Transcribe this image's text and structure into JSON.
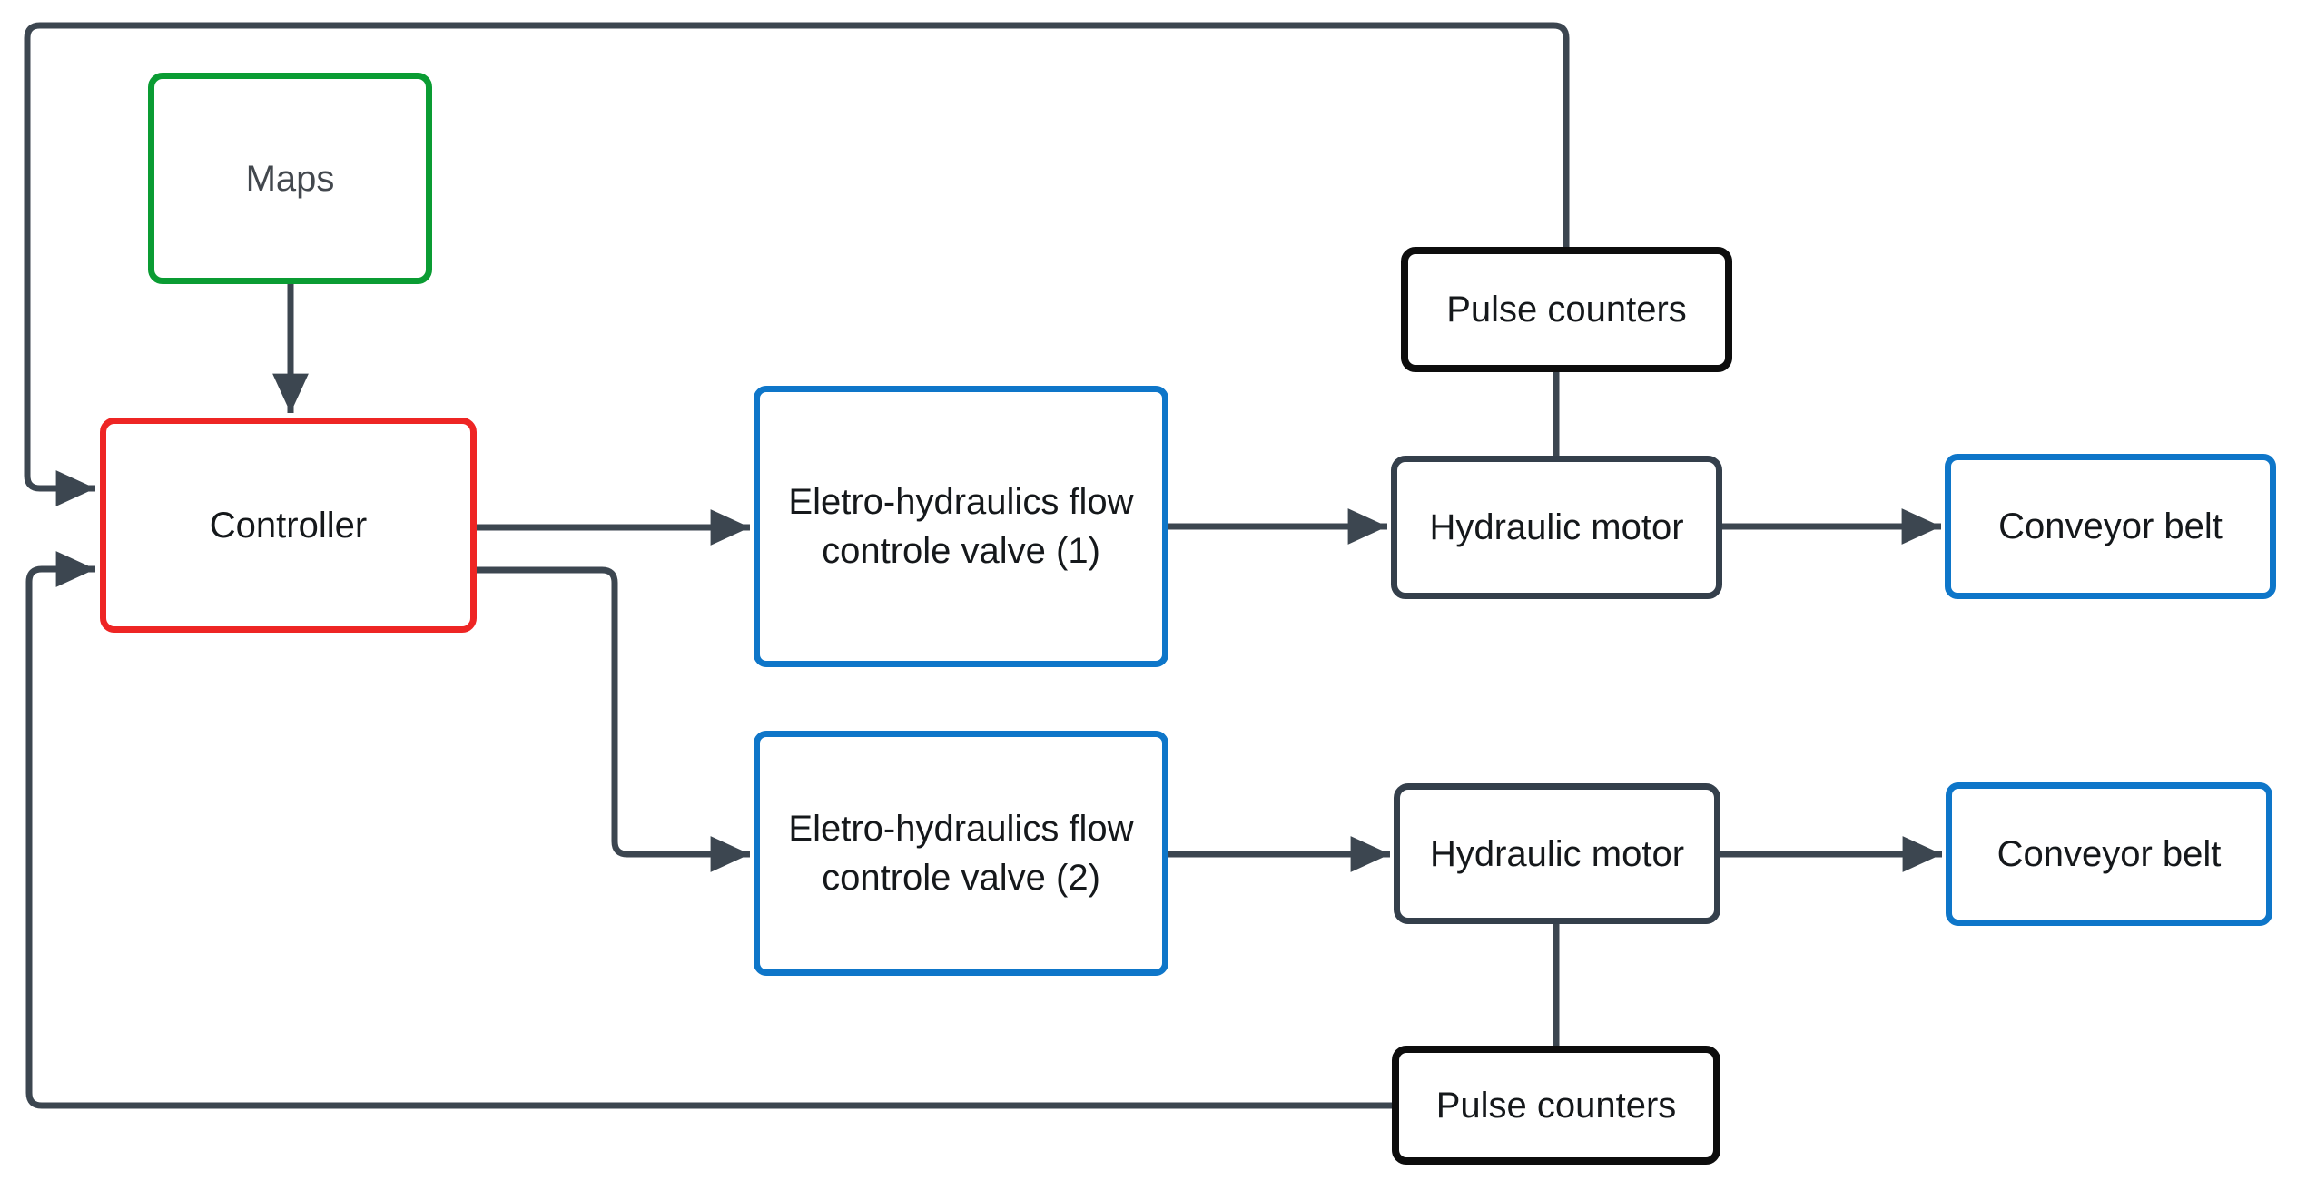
{
  "colors": {
    "canvas-bg": "#ffffff",
    "line": "#3c4650",
    "green": "#0a9c33",
    "red": "#ee2524",
    "blue": "#0e76c9",
    "dark": "#343f4b",
    "black": "#0d0d0d",
    "text": "#15181b",
    "maps-text": "#43484e"
  },
  "nodes": {
    "maps": {
      "label": "Maps"
    },
    "controller": {
      "label": "Controller"
    },
    "valve1": {
      "lines": [
        "Eletro-hydraulics flow",
        "controle valve (1)"
      ]
    },
    "valve2": {
      "lines": [
        "Eletro-hydraulics flow",
        "controle valve (2)"
      ]
    },
    "pulse_top": {
      "label": "Pulse counters"
    },
    "motor_top": {
      "label": "Hydraulic motor"
    },
    "conveyor_top": {
      "label": "Conveyor belt"
    },
    "motor_bottom": {
      "label": "Hydraulic motor"
    },
    "conveyor_bottom": {
      "label": "Conveyor belt"
    },
    "pulse_bottom": {
      "label": "Pulse counters"
    }
  },
  "edges": [
    {
      "from": "Maps",
      "to": "Controller",
      "arrow": true
    },
    {
      "from": "Controller",
      "to": "Eletro-hydraulics flow controle valve (1)",
      "arrow": true
    },
    {
      "from": "Controller",
      "to": "Eletro-hydraulics flow controle valve (2)",
      "arrow": true
    },
    {
      "from": "Eletro-hydraulics flow controle valve (1)",
      "to": "Hydraulic motor (top)",
      "arrow": true
    },
    {
      "from": "Hydraulic motor (top)",
      "to": "Conveyor belt (top)",
      "arrow": true
    },
    {
      "from": "Pulse counters (top)",
      "to": "Hydraulic motor (top)",
      "arrow": false
    },
    {
      "from": "Pulse counters (top)",
      "to": "Controller",
      "arrow": true
    },
    {
      "from": "Eletro-hydraulics flow controle valve (2)",
      "to": "Hydraulic motor (bottom)",
      "arrow": true
    },
    {
      "from": "Hydraulic motor (bottom)",
      "to": "Conveyor belt (bottom)",
      "arrow": true
    },
    {
      "from": "Hydraulic motor (bottom)",
      "to": "Pulse counters (bottom)",
      "arrow": false
    },
    {
      "from": "Pulse counters (bottom)",
      "to": "Controller",
      "arrow": true
    }
  ]
}
